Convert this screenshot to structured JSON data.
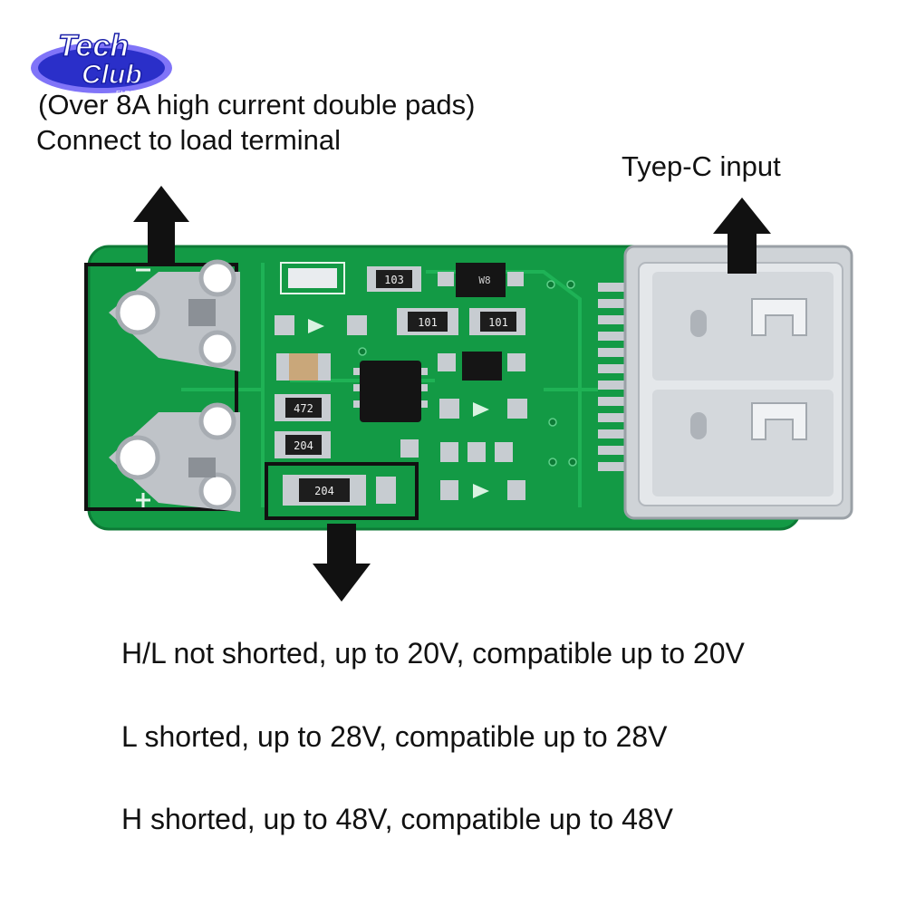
{
  "logo": {
    "text_line1": "Tech",
    "text_line2": "Club",
    "tagline": "ELECTRONICS"
  },
  "labels": {
    "pads_note": "(Over 8A high current double pads)",
    "load_terminal": "Connect to load terminal",
    "typec_input": "Tyep-C input",
    "line_1": "H/L not shorted, up to 20V, compatible up to 20V",
    "line_2": "L shorted, up to 28V, compatible up to 28V",
    "line_3": "H shorted, up to 48V, compatible up to 48V"
  },
  "components": {
    "r1": "103",
    "r2": "101",
    "r3": "101",
    "r4": "472",
    "r5": "204",
    "r6": "204",
    "ic": "W8"
  },
  "colors": {
    "pcb": "#17a34a",
    "pcb_light": "#22c55e",
    "pad": "#c9cdd2",
    "arrow": "#111111",
    "logo": "#3b3ef0"
  }
}
